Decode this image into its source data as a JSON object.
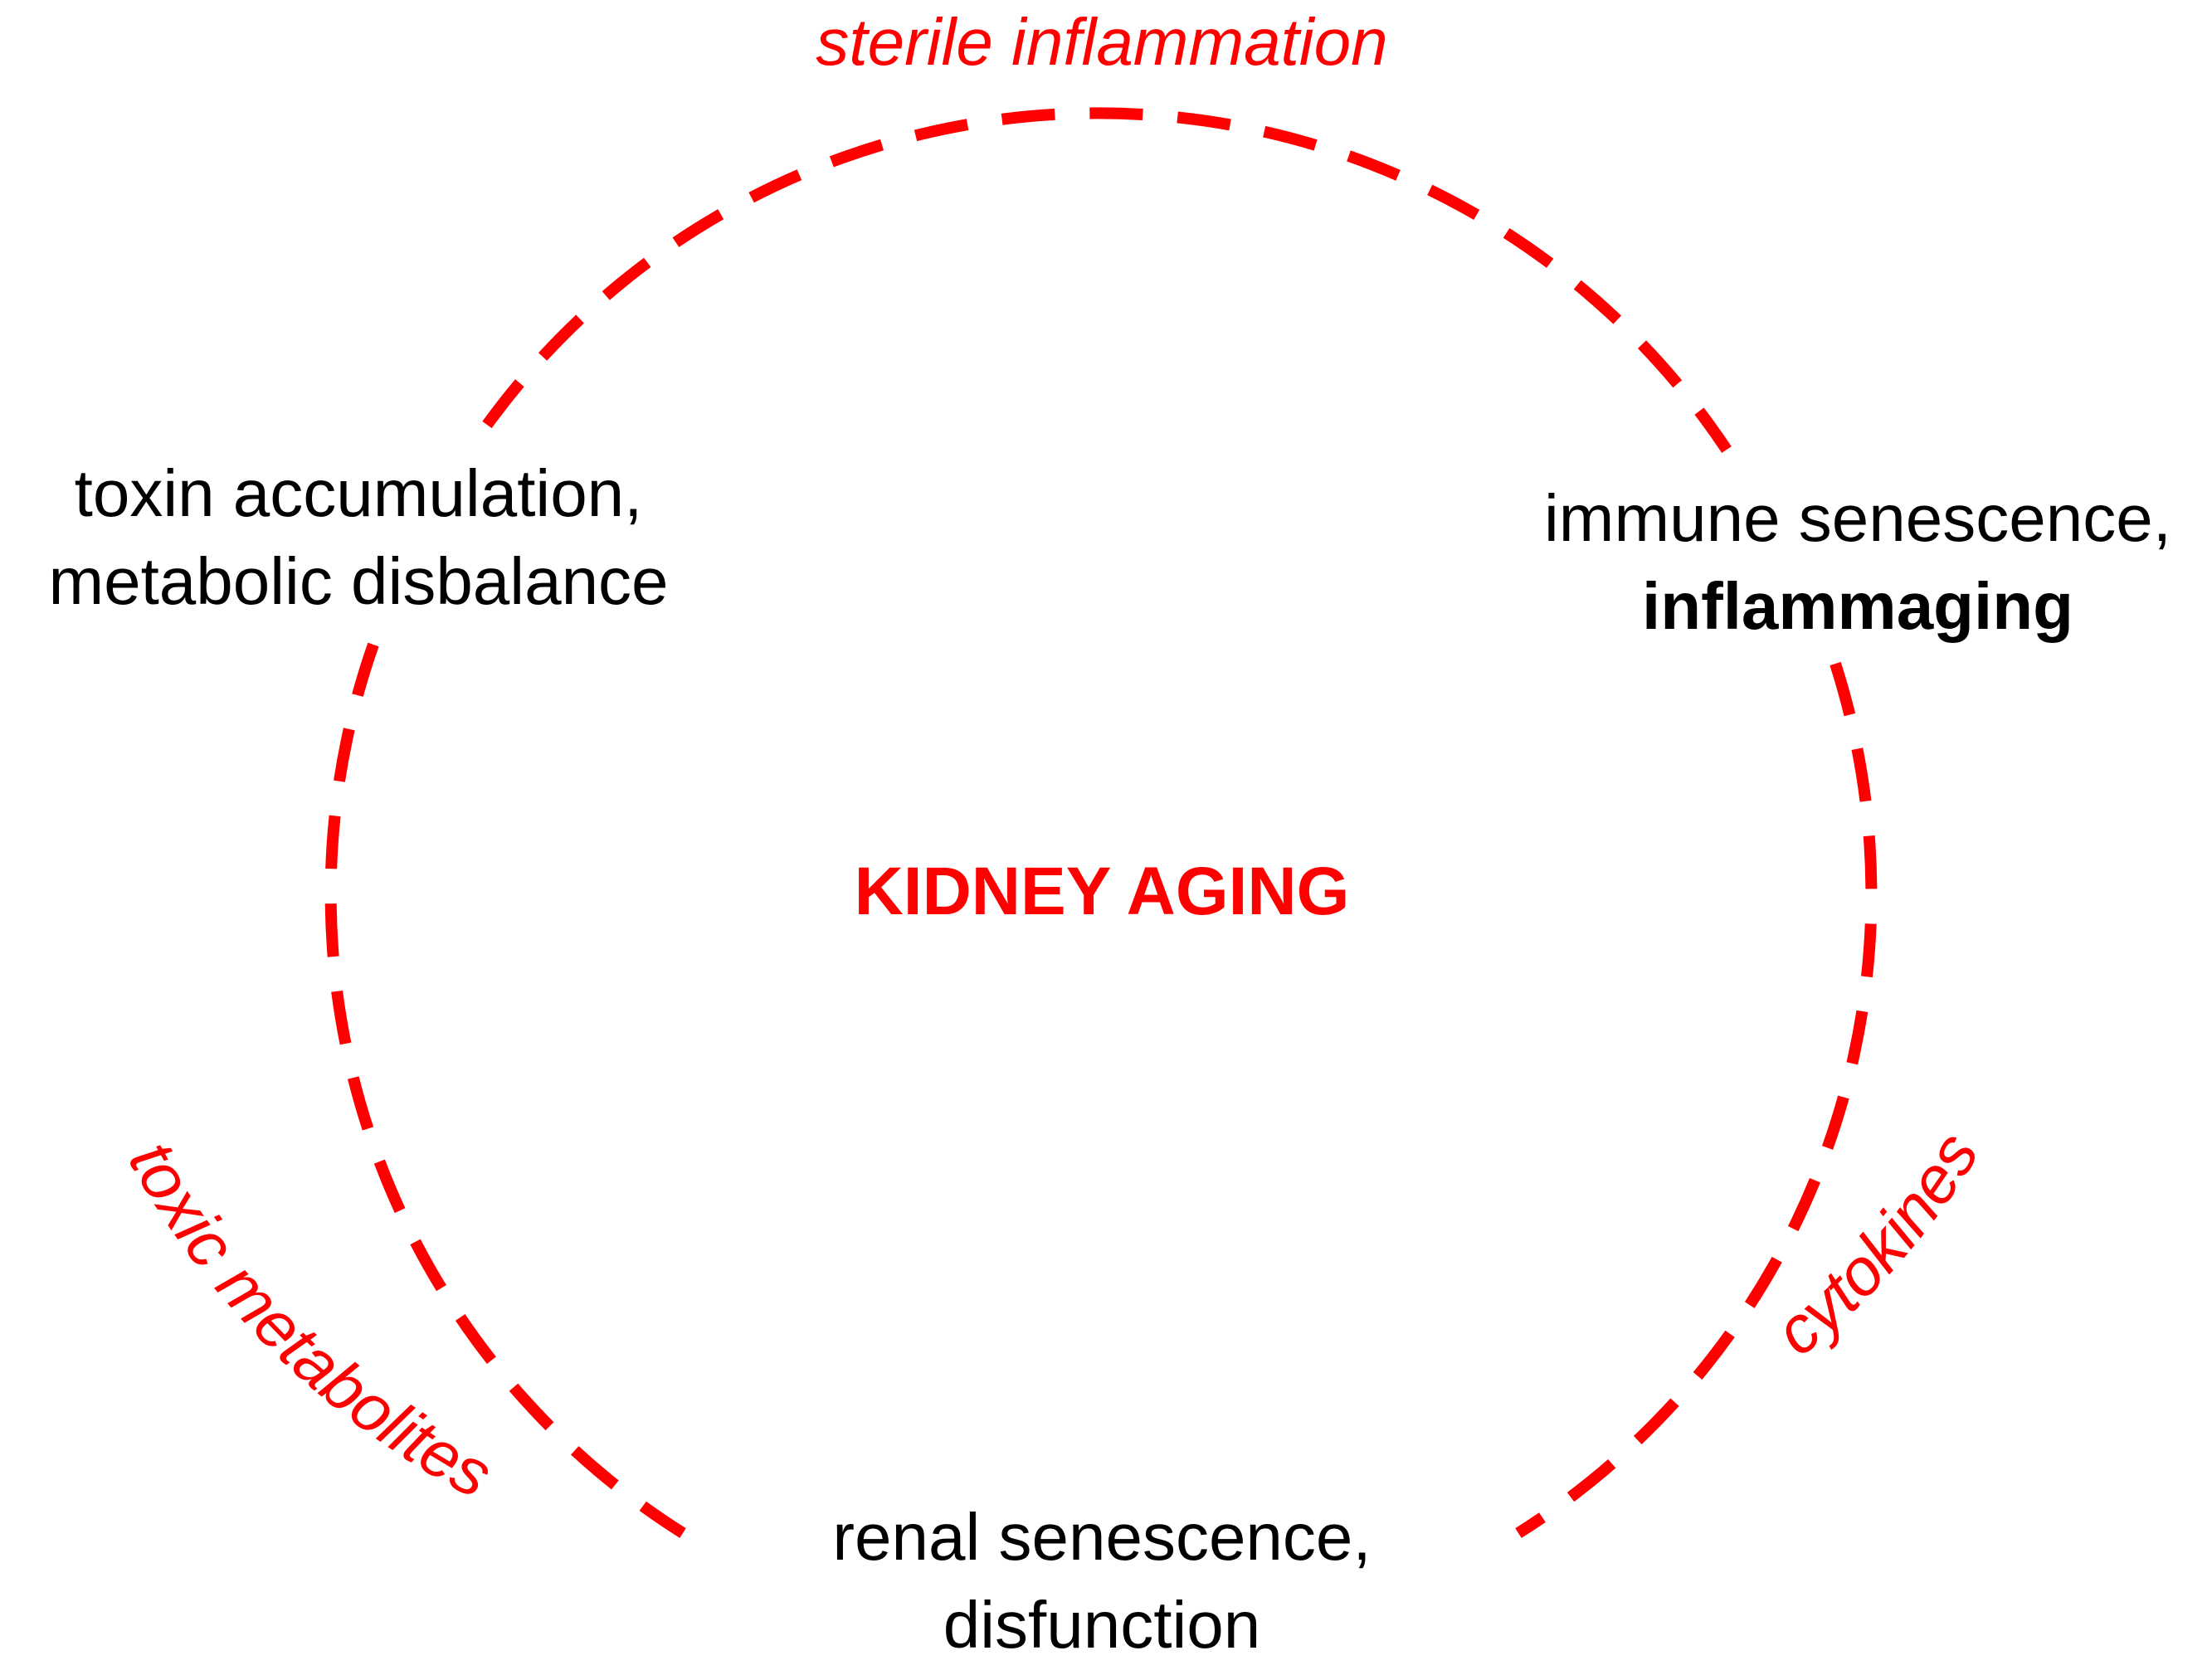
{
  "colors": {
    "accent": "#ff0000",
    "text": "#000000",
    "background": "#ffffff"
  },
  "diagram": {
    "center_title": "KIDNEY AGING",
    "nodes": {
      "top_left": {
        "line1": "toxin accumulation,",
        "line2": "metabolic disbalance"
      },
      "right": {
        "line1": "immune senescence,",
        "line2_bold": "inflammaging"
      },
      "bottom": {
        "line1": "renal senescence,",
        "line2": "disfunction"
      }
    },
    "edge_labels": {
      "top": "sterile inflammation",
      "bottom_right": "cytokines",
      "bottom_left": "toxic metabolites"
    }
  }
}
